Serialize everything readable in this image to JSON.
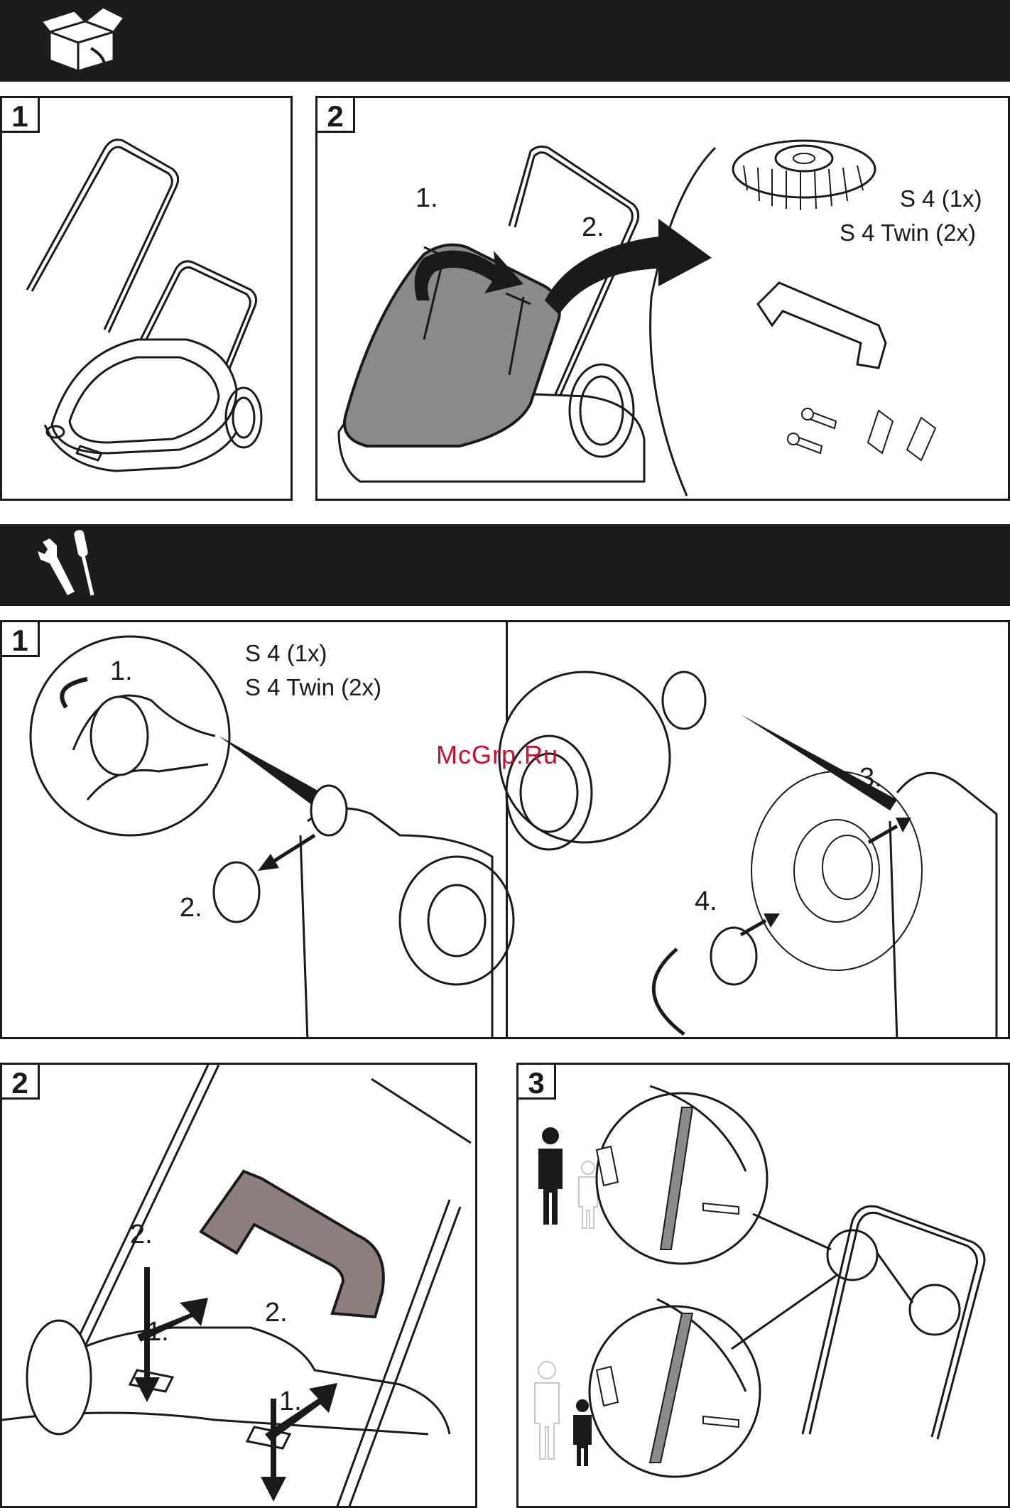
{
  "sections": {
    "unpacking": {
      "icon": "open-box-icon",
      "bar_color": "#1c1c1c"
    },
    "assembly": {
      "icon": "tools-icon",
      "bar_color": "#1c1c1c"
    }
  },
  "unpack_panels": [
    {
      "number": "1"
    },
    {
      "number": "2",
      "step_labels": [
        "1.",
        "2."
      ],
      "quantities": [
        "S 4 (1x)",
        "S 4 Twin (2x)"
      ]
    }
  ],
  "assembly_panels": [
    {
      "number": "1",
      "step_labels": [
        "1.",
        "2.",
        "3.",
        "4."
      ],
      "quantities": [
        "S 4 (1x)",
        "S 4 Twin (2x)"
      ]
    },
    {
      "number": "2",
      "step_labels": [
        "2.",
        "1.",
        "2.",
        "1."
      ]
    },
    {
      "number": "3"
    }
  ],
  "watermark": {
    "text": "McGrp.Ru",
    "color": "#c8102e"
  },
  "colors": {
    "line": "#1a1a1a",
    "cover_gray": "#8a8a8a",
    "handle_brown": "#8c7f7d",
    "brush_fill": "#ffffff"
  }
}
